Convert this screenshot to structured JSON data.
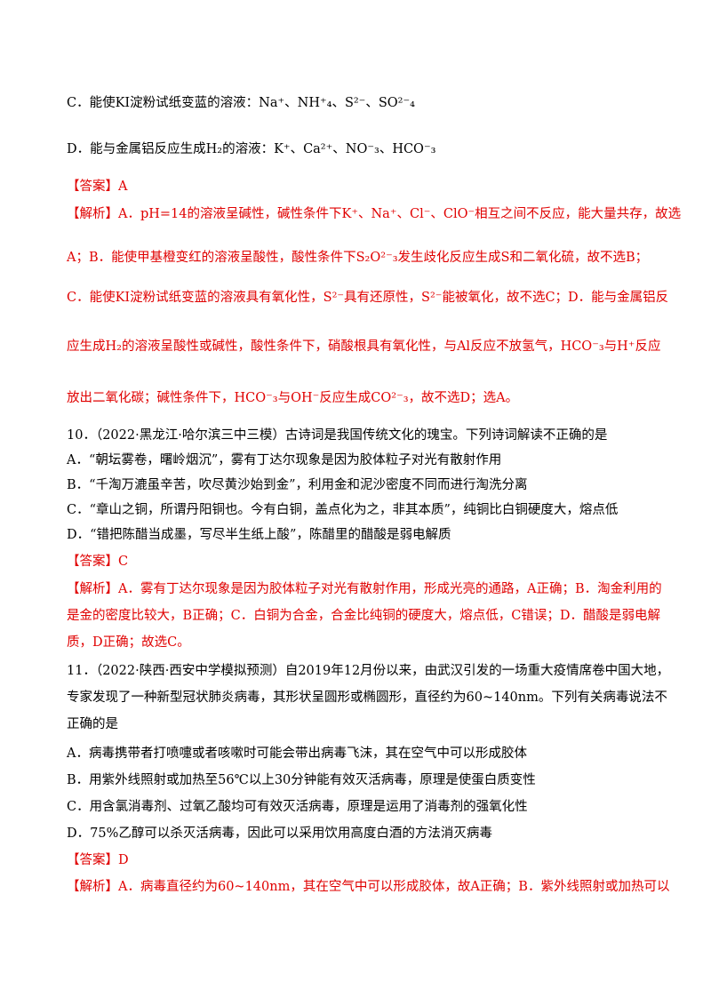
{
  "lines": {
    "c_option": "C．能使KI淀粉试纸变蓝的溶液：Na⁺、NH⁺₄、S²⁻、SO²⁻₄",
    "d_option": "D．能与金属铝反应生成H₂的溶液：K⁺、Ca²⁺、NO⁻₃、HCO⁻₃",
    "answer1": "【答案】A",
    "exp1_l1": "【解析】A．pH=14的溶液呈碱性，碱性条件下K⁺、Na⁺、Cl⁻、ClO⁻相互之间不反应，能大量共存，故选",
    "exp1_l2": "A；B．能使甲基橙变红的溶液呈酸性，酸性条件下S₂O²⁻₃发生歧化反应生成S和二氧化硫，故不选B；",
    "exp1_l3": "C．能使KI淀粉试纸变蓝的溶液具有氧化性，S²⁻具有还原性，S²⁻能被氧化，故不选C；D．能与金属铝反",
    "exp1_l4": "应生成H₂的溶液呈酸性或碱性，酸性条件下，硝酸根具有氧化性，与Al反应不放氢气，HCO⁻₃与H⁺反应",
    "exp1_l5": "放出二氧化碳；碱性条件下，HCO⁻₃与OH⁻反应生成CO²⁻₃，故不选D；选A。",
    "q10_stem": "10．（2022·黑龙江·哈尔滨三中三模）古诗词是我国传统文化的瑰宝。下列诗词解读不正确的是",
    "q10_a": "A．“朝坛雾卷，曙岭烟沉”，雾有丁达尔现象是因为胶体粒子对光有散射作用",
    "q10_b": "B．“千淘万漉虽辛苦，吹尽黄沙始到金”，利用金和泥沙密度不同而进行淘洗分离",
    "q10_c": "C．“章山之铜，所谓丹阳铜也。今有白铜，盖点化为之，非其本质”，纯铜比白铜硬度大，熔点低",
    "q10_d": "D．“错把陈醋当成墨，写尽半生纸上酸”，陈醋里的醋酸是弱电解质",
    "answer2": "【答案】C",
    "exp2_l1": "【解析】A．雾有丁达尔现象是因为胶体粒子对光有散射作用，形成光亮的通路，A正确；B．淘金利用的",
    "exp2_l2": "是金的密度比较大，B正确；C．白铜为合金，合金比纯铜的硬度大，熔点低，C错误；D．醋酸是弱电解",
    "exp2_l3": "质，D正确；故选C。",
    "q11_stem1": "11．（2022·陕西·西安中学模拟预测）自2019年12月份以来，由武汉引发的一场重大疫情席卷中国大地，",
    "q11_stem2": "专家发现了一种新型冠状肺炎病毒，其形状呈圆形或椭圆形，直径约为60~140nm。下列有关病毒说法不",
    "q11_stem3": "正确的是",
    "q11_a": "A．病毒携带者打喷嚏或者咳嗽时可能会带出病毒飞沫，其在空气中可以形成胶体",
    "q11_b": "B．用紫外线照射或加热至56℃以上30分钟能有效灭活病毒，原理是使蛋白质变性",
    "q11_c": "C．用含氯消毒剂、过氧乙酸均可有效灭活病毒，原理是运用了消毒剂的强氧化性",
    "q11_d": "D．75%乙醇可以杀灭活病毒，因此可以采用饮用高度白酒的方法消灭病毒",
    "answer3": "【答案】D",
    "exp3_l1": "【解析】A．病毒直径约为60~140nm，其在空气中可以形成胶体，故A正确；B．紫外线照射或加热可以"
  }
}
